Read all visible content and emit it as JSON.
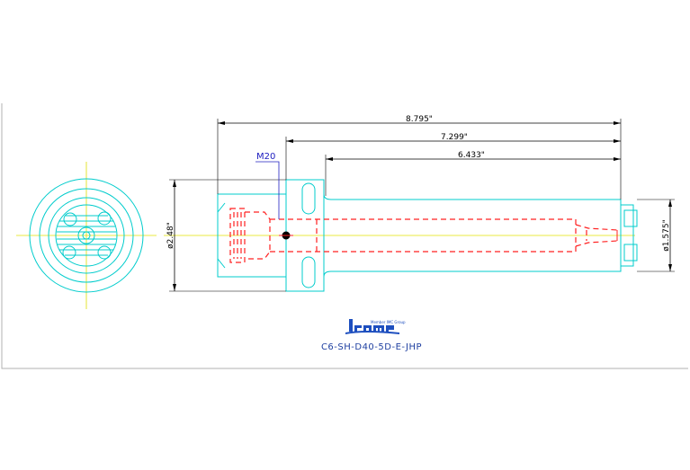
{
  "dimensions": {
    "overall_length": "8.795\"",
    "flange_to_end": "7.299\"",
    "shank_length": "6.433\"",
    "head_diameter": "ø2.48\"",
    "shank_diameter": "ø1.575\""
  },
  "callout": {
    "thread": "M20"
  },
  "logo": {
    "brand": "ISCAR",
    "tagline": "Member IMC Group"
  },
  "part_number": "C6-SH-D40-5D-E-JHP",
  "colors": {
    "outline": "#00cccc",
    "hidden": "#ff2020",
    "centerline": "#e0e000",
    "dimension": "#000000",
    "callout": "#2020c0",
    "logo": "#1e4fbf"
  }
}
